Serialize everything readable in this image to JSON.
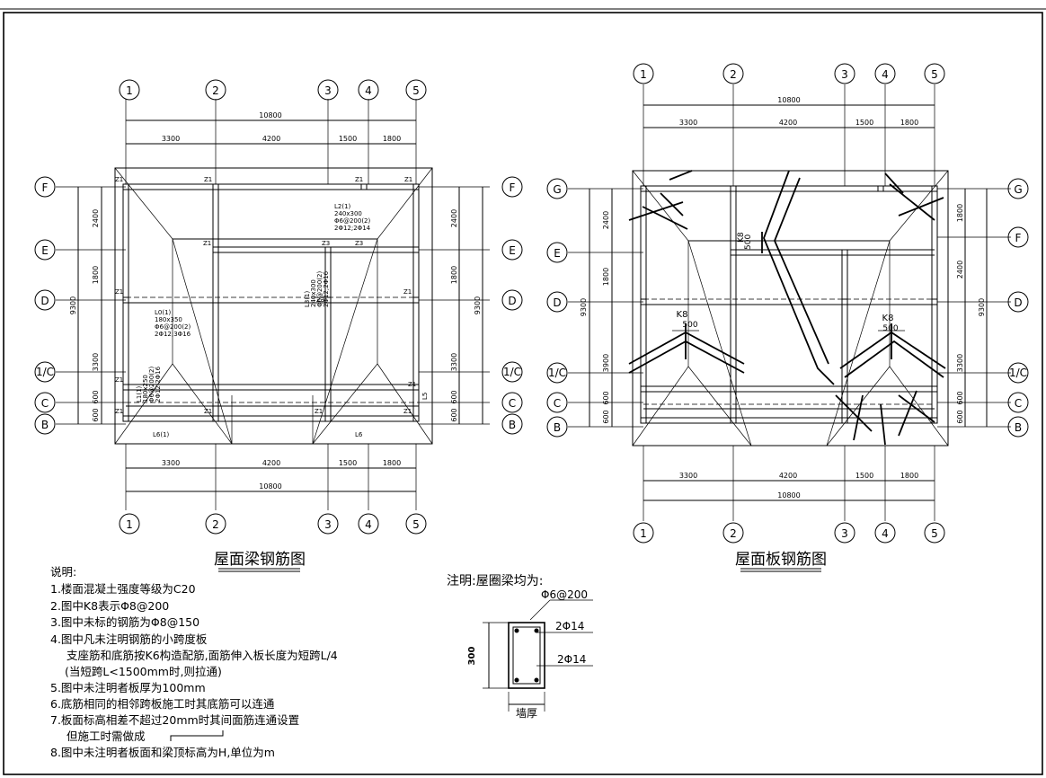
{
  "left_plan": {
    "title": "屋面梁钢筋图",
    "cols": [
      "1",
      "2",
      "3",
      "4",
      "5"
    ],
    "rows": [
      "F",
      "E",
      "D",
      "1/C",
      "C",
      "B"
    ],
    "top_dims": [
      "3300",
      "4200",
      "1500",
      "1800"
    ],
    "total": "10800",
    "left_dims": [
      "2400",
      "1800",
      "3300",
      "600",
      "600"
    ],
    "left_total": "9300",
    "beams": {
      "l2": [
        "L2(1)",
        "240x300",
        "Φ6@200(2)",
        "2Φ12;2Φ14"
      ],
      "l3": [
        "L3(1)",
        "240x300",
        "Φ6@200(2)",
        "2Φ12;2Φ16"
      ],
      "l0": [
        "L0(1)",
        "180x350",
        "Φ6@200(2)",
        "2Φ12;3Φ16"
      ],
      "l1": [
        "L1(1)",
        "180x250",
        "Φ6@200(2)",
        "2Φ12;2Φ16"
      ],
      "l6a": "L6(1)",
      "l6b": "L6",
      "l5": "L5"
    },
    "z1": "Z1",
    "z3": "Z3"
  },
  "right_plan": {
    "title": "屋面板钢筋图",
    "cols": [
      "1",
      "2",
      "3",
      "4",
      "5"
    ],
    "rows": [
      "G",
      "F",
      "E",
      "D",
      "1/C",
      "C",
      "B"
    ],
    "top_dims": [
      "3300",
      "4200",
      "1500",
      "1800"
    ],
    "total": "10800",
    "left_dims": [
      "2400",
      "1800",
      "3900",
      "600",
      "600"
    ],
    "left_total": "9300",
    "right_dims": [
      "1800",
      "2400",
      "3300",
      "600",
      "600"
    ],
    "right_total": "9300",
    "k8": "K8",
    "k8_len": "500"
  },
  "notes": {
    "heading": "说明:",
    "items": [
      "1.楼面混凝土强度等级为C20",
      "2.图中K8表示Φ8@200",
      "3.图中未标的钢筋为Φ8@150",
      "4.图中凡未注明钢筋的小跨度板",
      "支座筋和底筋按K6构造配筋,面筋伸入板长度为短跨L/4",
      "(当短跨L<1500mm时,则拉通)",
      "5.图中未注明者板厚为100mm",
      "6.底筋相同的相邻跨板施工时其底筋可以连通",
      "7.板面标高相差不超过20mm时其间面筋连通设置",
      "但施工时需做成",
      "8.图中未注明者板面和梁顶标高为H,单位为m"
    ]
  },
  "section": {
    "title": "注明:屋圈梁均为:",
    "stirrup": "Φ6@200",
    "top_bars": "2Φ14",
    "bot_bars": "2Φ14",
    "height": "300",
    "width": "墙厚"
  }
}
